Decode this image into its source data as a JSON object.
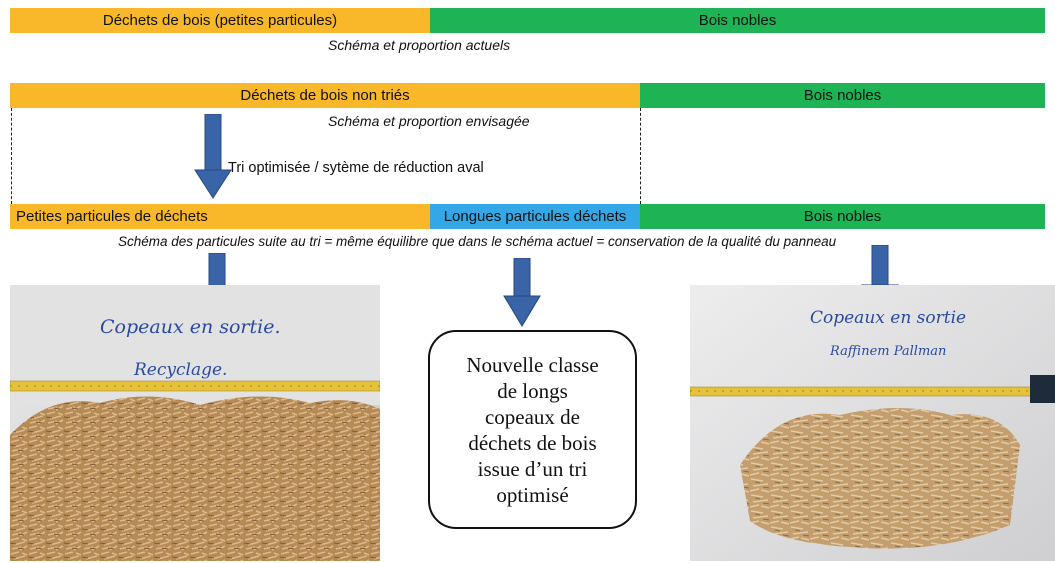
{
  "row1": {
    "left_label": "Déchets de bois (petites particules)",
    "right_label": "Bois nobles",
    "caption": "Schéma et proportion actuels"
  },
  "row2": {
    "left_label": "Déchets de bois non triés",
    "right_label": "Bois nobles",
    "caption": "Schéma et proportion envisagée",
    "process_label": "Tri optimisée / sytème de réduction aval"
  },
  "row3": {
    "segment1_label": "Petites particules de déchets",
    "segment2_label": "Longues particules déchets",
    "segment3_label": "Bois nobles",
    "caption": "Schéma des particules suite au tri = même équilibre que dans le schéma actuel = conservation de la qualité du panneau"
  },
  "photo_left": {
    "note_line1": "Copeaux en sortie.",
    "note_line2": "Recyclage."
  },
  "photo_right": {
    "note_line1": "Copeaux en sortie",
    "note_line2": "Raffinem Pallman"
  },
  "callout": {
    "lines": [
      "Nouvelle classe",
      "de longs",
      "copeaux de",
      "déchets de bois",
      "issue d’un tri",
      "optimisé"
    ]
  },
  "colors": {
    "orange": "#f9b72a",
    "green": "#1eb354",
    "blue": "#34a8e6",
    "arrow": "#3a64a8"
  }
}
